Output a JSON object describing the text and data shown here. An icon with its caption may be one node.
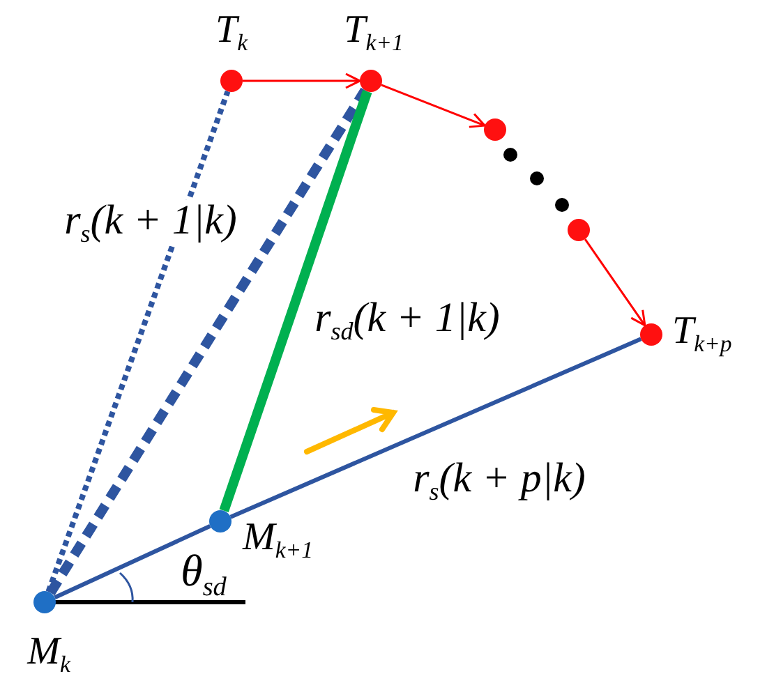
{
  "diagram": {
    "nodes": [
      {
        "text": [],
        "shape": "circle",
        "beside": [
          "T$_{k}$"
        ]
      },
      {
        "text": [],
        "shape": "circle",
        "beside": [
          "T$_{k+1}$"
        ]
      },
      {
        "text": [],
        "shape": "circle"
      },
      {
        "text": [],
        "shape": "circle"
      },
      {
        "text": [],
        "shape": "circle",
        "beside": [
          "T$_{k+p}$"
        ]
      },
      {
        "text": [],
        "shape": "circle",
        "beside": [
          "M$_{k}$"
        ]
      },
      {
        "text": [],
        "shape": "circle",
        "beside": [
          "M$_{k+1}$"
        ]
      }
    ],
    "edges": [
      {
        "from": 0,
        "to": 1,
        "arrow": "to",
        "color": "#ff0000"
      },
      {
        "from": 1,
        "to": 2,
        "arrow": "to",
        "color": "#ff0000"
      },
      {
        "from": 3,
        "to": 4,
        "arrow": "to",
        "color": "#ff0000"
      },
      {
        "from": 5,
        "to": 0,
        "arrow": "none",
        "style": "dashed",
        "color": "#2e55a0",
        "label": "r$_{s}$(k + 1|k)"
      },
      {
        "from": 5,
        "to": 1,
        "arrow": "none",
        "style": "dashed",
        "color": "#2e55a0"
      },
      {
        "from": 6,
        "to": 1,
        "arrow": "none",
        "style": "thick",
        "color": "#00b050",
        "label": "r$_{sd}$(k + 1|k)"
      },
      {
        "from": 5,
        "to": 6,
        "arrow": "none",
        "color": "#2e55a0"
      },
      {
        "from": 6,
        "to": 4,
        "arrow": "none",
        "color": "#2e55a0",
        "label": "r$_{s}$(k + p|k)"
      }
    ],
    "labels": [
      "θ$_{sd}$"
    ]
  }
}
